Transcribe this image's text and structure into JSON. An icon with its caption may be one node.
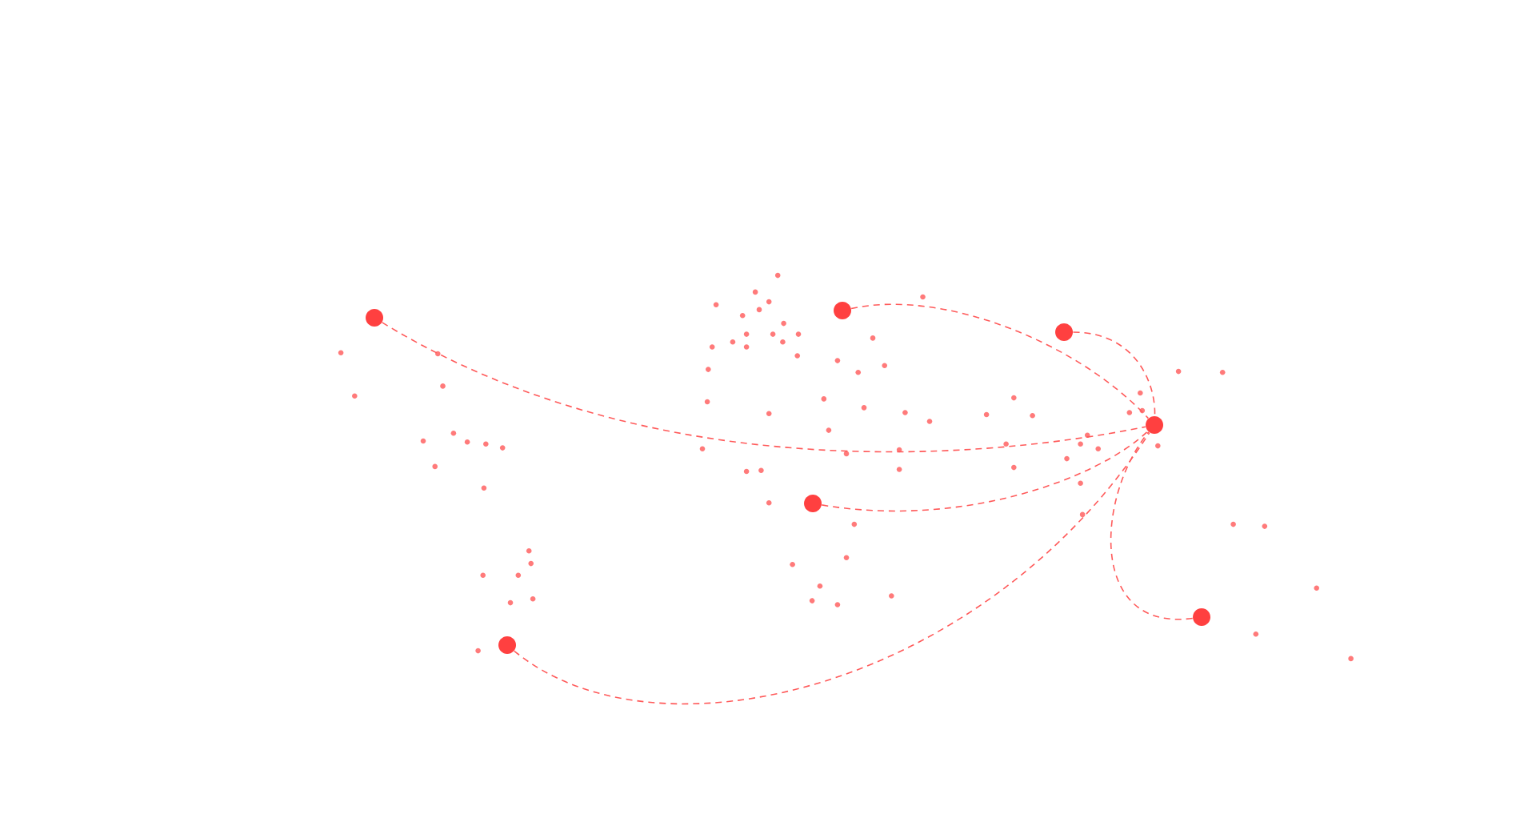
{
  "diagram": {
    "nodes": [
      {
        "text": [],
        "shape": "circle"
      },
      {
        "text": [],
        "shape": "circle"
      },
      {
        "text": [],
        "shape": "circle"
      },
      {
        "text": [],
        "shape": "circle"
      },
      {
        "text": [],
        "shape": "circle"
      },
      {
        "text": [],
        "shape": "circle"
      },
      {
        "text": [],
        "shape": "circle"
      }
    ],
    "edges": [
      {
        "from": 0,
        "to": 3,
        "arrow": "none",
        "style": "dashed"
      },
      {
        "from": 1,
        "to": 3,
        "arrow": "none",
        "style": "dashed"
      },
      {
        "from": 2,
        "to": 3,
        "arrow": "none",
        "style": "dashed"
      },
      {
        "from": 4,
        "to": 3,
        "arrow": "none",
        "style": "dashed"
      },
      {
        "from": 5,
        "to": 3,
        "arrow": "none",
        "style": "dashed"
      },
      {
        "from": 6,
        "to": 3,
        "arrow": "none",
        "style": "dashed"
      }
    ]
  }
}
